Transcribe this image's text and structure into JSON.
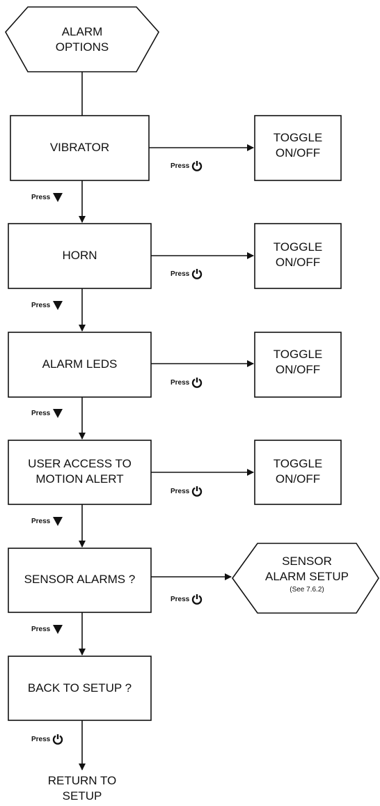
{
  "start": {
    "line1": "ALARM",
    "line2": "OPTIONS"
  },
  "steps": [
    {
      "label1": "VIBRATOR",
      "label2": ""
    },
    {
      "label1": "HORN",
      "label2": ""
    },
    {
      "label1": "ALARM LEDS",
      "label2": ""
    },
    {
      "label1": "USER ACCESS TO",
      "label2": "MOTION ALERT"
    },
    {
      "label1": "SENSOR ALARMS ?",
      "label2": ""
    },
    {
      "label1": "BACK TO SETUP ?",
      "label2": ""
    }
  ],
  "toggle": {
    "line1": "TOGGLE",
    "line2": "ON/OFF"
  },
  "sensor_setup": {
    "line1": "SENSOR",
    "line2": "ALARM SETUP",
    "note": "(See 7.6.2)"
  },
  "press_word": "Press",
  "end": {
    "line1": "RETURN TO",
    "line2": "SETUP"
  },
  "icons": {
    "down": "down-triangle-icon",
    "power": "power-icon"
  }
}
